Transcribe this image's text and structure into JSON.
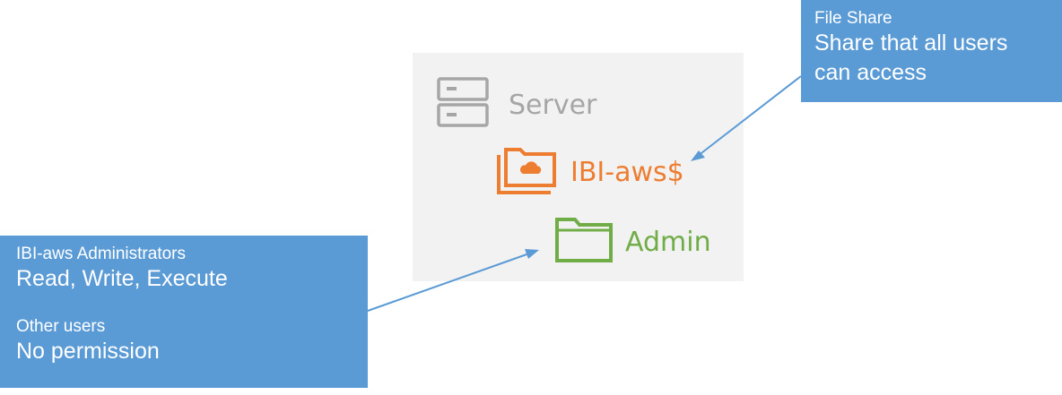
{
  "server": {
    "label": "Server",
    "icon": "server-icon",
    "color": "#a6a6a6"
  },
  "share_folder": {
    "label": "IBI-aws$",
    "icon": "cloud-folder-icon",
    "color": "#ed7d31"
  },
  "admin_folder": {
    "label": "Admin",
    "icon": "folder-icon",
    "color": "#70ad47"
  },
  "callout_file_share": {
    "title": "File Share",
    "description_line1": "Share that all users",
    "description_line2": "can access"
  },
  "callout_permissions": {
    "group1_name": "IBI-aws Administrators",
    "group1_permission": "Read, Write, Execute",
    "group2_name": "Other users",
    "group2_permission": "No permission"
  },
  "colors": {
    "callout_background": "#5b9bd5",
    "panel_background": "#f2f2f2",
    "connector": "#5b9bd5"
  }
}
